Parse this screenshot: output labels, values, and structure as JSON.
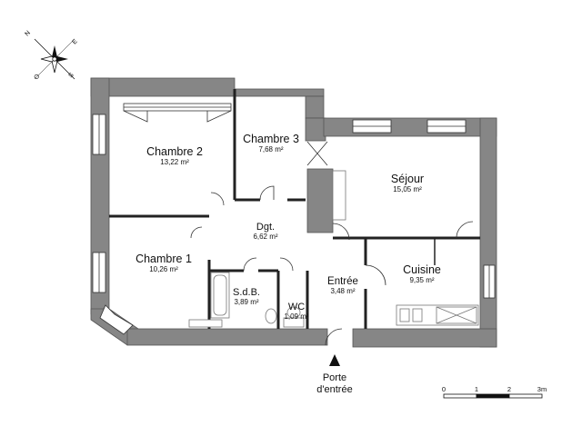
{
  "compass": {
    "letters": {
      "n": "N",
      "e": "E",
      "s": "S",
      "o": "O"
    }
  },
  "rooms": [
    {
      "id": "chambre-2",
      "name": "Chambre 2",
      "area": "13,22 m²"
    },
    {
      "id": "chambre-3",
      "name": "Chambre 3",
      "area": "7,68 m²"
    },
    {
      "id": "sejour",
      "name": "Séjour",
      "area": "15,05 m²"
    },
    {
      "id": "dgt",
      "name": "Dgt.",
      "area": "6,62 m²"
    },
    {
      "id": "chambre-1",
      "name": "Chambre 1",
      "area": "10,26 m²"
    },
    {
      "id": "sdb",
      "name": "S.d.B.",
      "area": "3,89 m²"
    },
    {
      "id": "wc",
      "name": "WC",
      "area": "1,09 m²"
    },
    {
      "id": "entree",
      "name": "Entrée",
      "area": "3,48 m²"
    },
    {
      "id": "cuisine",
      "name": "Cuisine",
      "area": "9,35 m²"
    }
  ],
  "entrance": {
    "line1": "Porte",
    "line2": "d'entrée"
  },
  "scale_bar": {
    "ticks": [
      "0",
      "1",
      "2",
      "3m"
    ]
  },
  "colors": {
    "wall": "#868686",
    "wall_outline": "#555555",
    "partition": "#222222",
    "fixture": "#777777"
  }
}
